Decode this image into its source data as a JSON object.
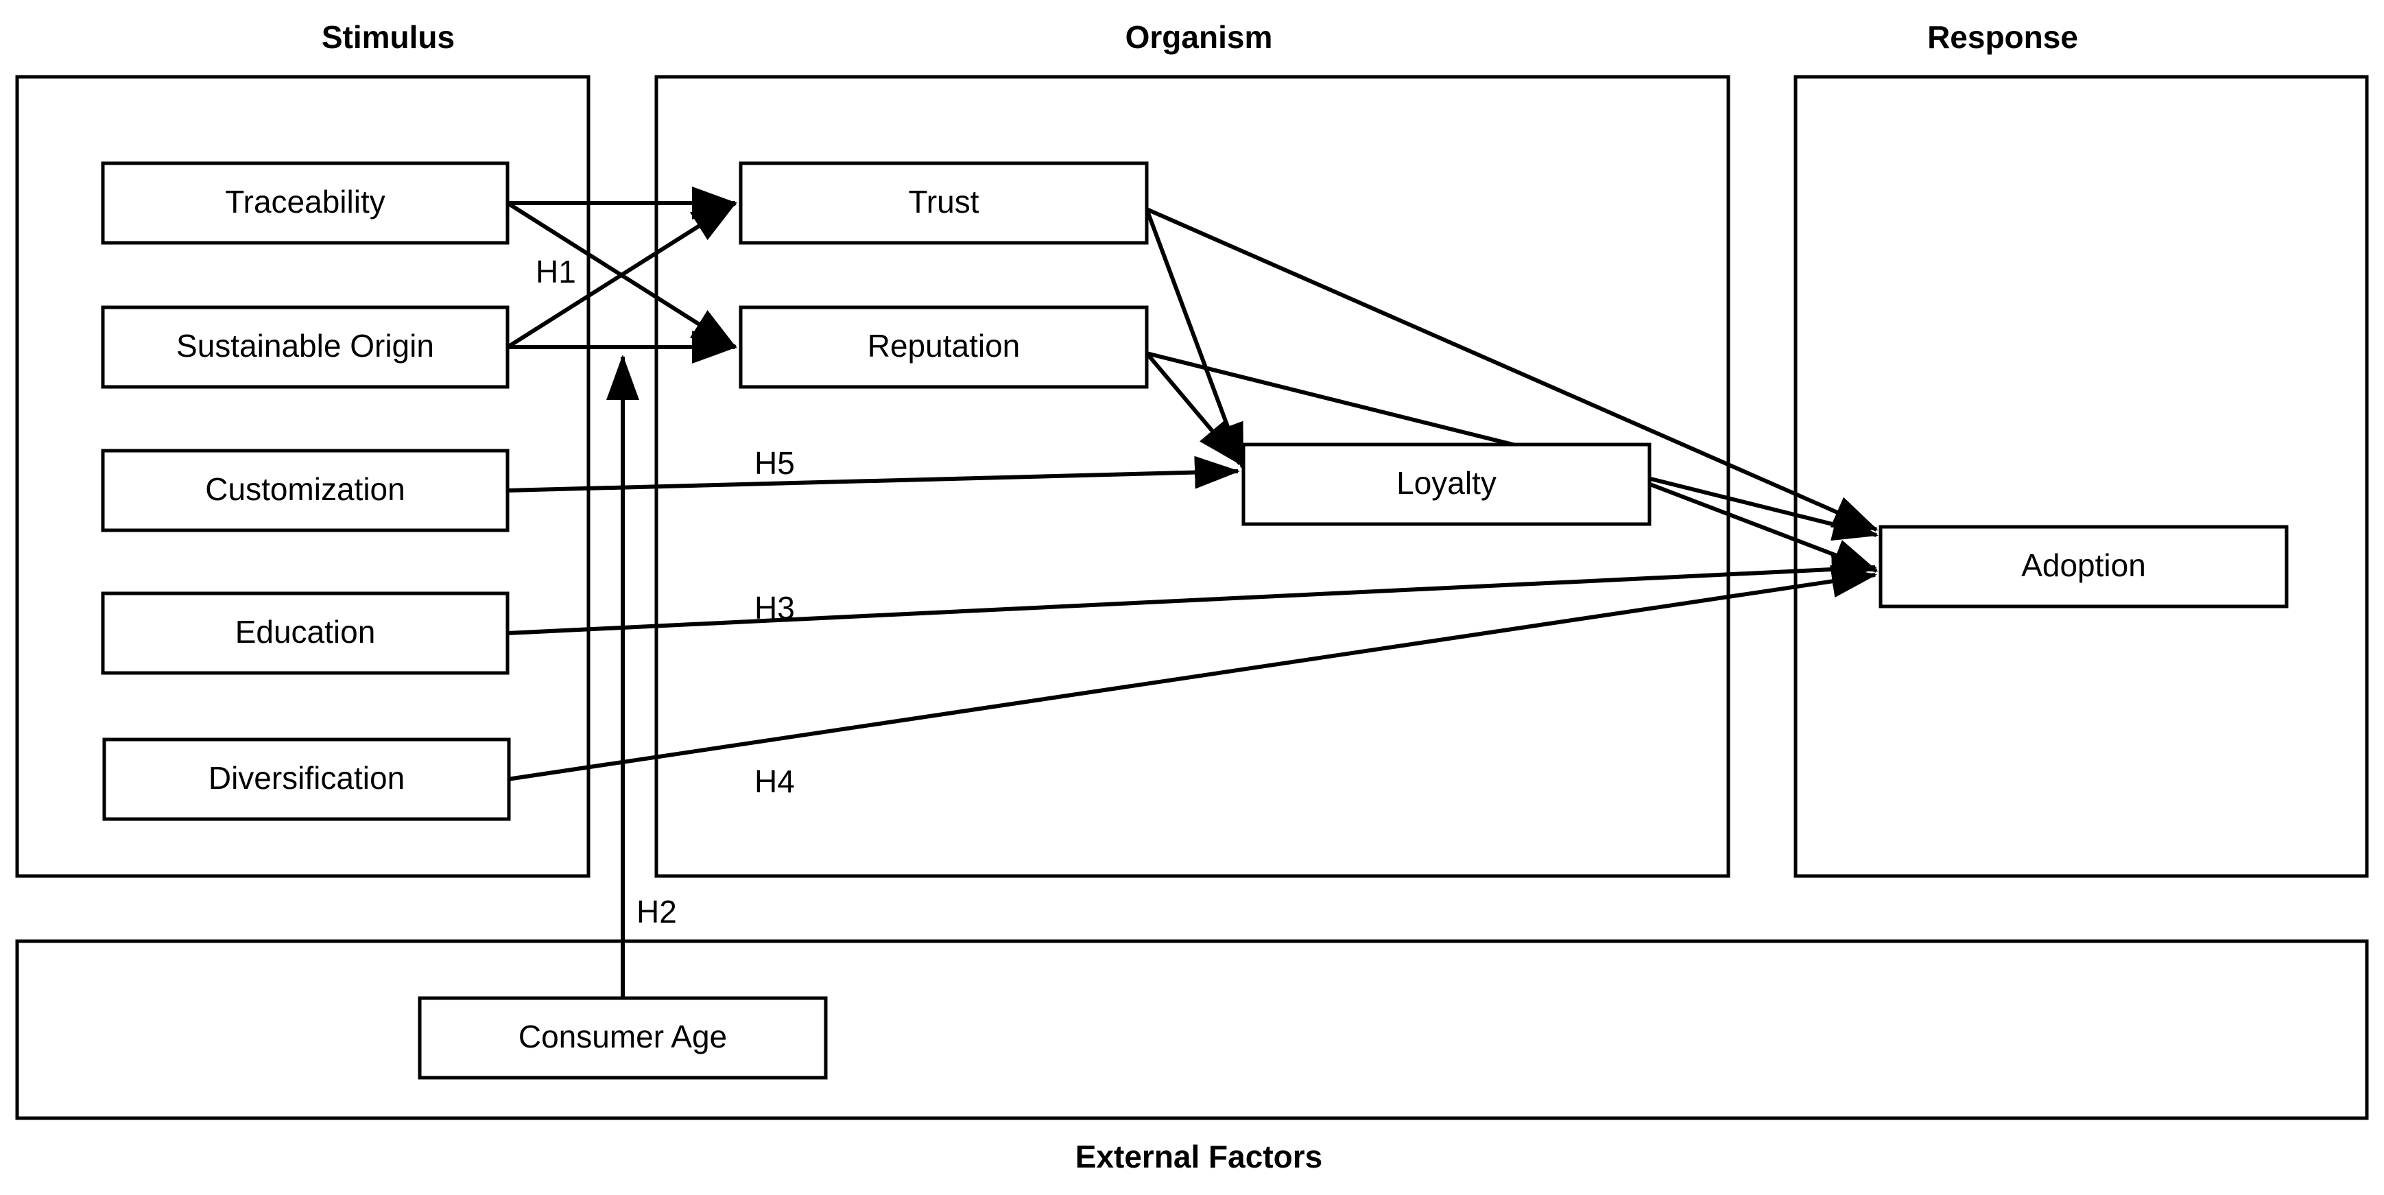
{
  "diagram": {
    "title_bottom": "External Factors",
    "groups": [
      {
        "id": "stimulus",
        "label": "Stimulus"
      },
      {
        "id": "organism",
        "label": "Organism"
      },
      {
        "id": "response",
        "label": "Response"
      },
      {
        "id": "external",
        "label": "External Factors"
      }
    ],
    "nodes": {
      "traceability": "Traceability",
      "sustainable_origin": "Sustainable Origin",
      "customization": "Customization",
      "education": "Education",
      "diversification": "Diversification",
      "trust": "Trust",
      "reputation": "Reputation",
      "loyalty": "Loyalty",
      "adoption": "Adoption",
      "consumer_age": "Consumer Age"
    },
    "hypotheses": {
      "h1": "H1",
      "h2": "H2",
      "h3": "H3",
      "h4": "H4",
      "h5": "H5"
    },
    "edges": [
      {
        "from": "traceability",
        "to": "trust",
        "label": "H1"
      },
      {
        "from": "traceability",
        "to": "reputation",
        "label": "H1"
      },
      {
        "from": "sustainable_origin",
        "to": "reputation",
        "label": "H1"
      },
      {
        "from": "sustainable_origin",
        "to": "trust",
        "label": "H1"
      },
      {
        "from": "consumer_age",
        "to": "sustainable_origin",
        "label": "H2"
      },
      {
        "from": "education",
        "to": "adoption",
        "label": "H3"
      },
      {
        "from": "diversification",
        "to": "adoption",
        "label": "H4"
      },
      {
        "from": "customization",
        "to": "loyalty",
        "label": "H5"
      },
      {
        "from": "trust",
        "to": "loyalty",
        "label": ""
      },
      {
        "from": "trust",
        "to": "adoption",
        "label": ""
      },
      {
        "from": "reputation",
        "to": "loyalty",
        "label": ""
      },
      {
        "from": "reputation",
        "to": "adoption",
        "label": ""
      },
      {
        "from": "loyalty",
        "to": "adoption",
        "label": ""
      }
    ],
    "colors": {
      "stroke": "#000000",
      "fill": "#ffffff",
      "text": "#000000"
    }
  }
}
